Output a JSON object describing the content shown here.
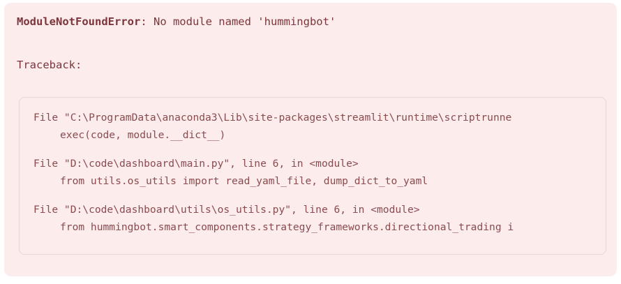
{
  "alert": {
    "kind": "error-alert",
    "background_color": "#fdecec",
    "text_color": "#7d353b",
    "error_type": "ModuleNotFoundError",
    "error_separator": ": ",
    "error_message": "No module named 'hummingbot'",
    "traceback_label": "Traceback:"
  },
  "code_block": {
    "border_color": "#e9d4d6",
    "text_color": "#8a4b4f",
    "frames": [
      {
        "location": "File \"C:\\ProgramData\\anaconda3\\Lib\\site-packages\\streamlit\\runtime\\scriptrunne",
        "source": "exec(code, module.__dict__)"
      },
      {
        "location": "File \"D:\\code\\dashboard\\main.py\", line 6, in <module>",
        "source": "from utils.os_utils import read_yaml_file, dump_dict_to_yaml"
      },
      {
        "location": "File \"D:\\code\\dashboard\\utils\\os_utils.py\", line 6, in <module>",
        "source": "from hummingbot.smart_components.strategy_frameworks.directional_trading i"
      }
    ]
  }
}
